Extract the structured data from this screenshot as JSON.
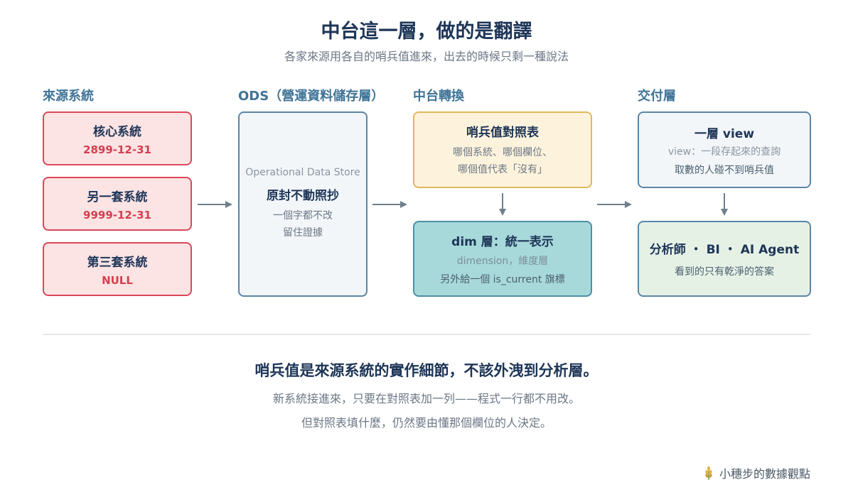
{
  "header": {
    "title": "中台這一層，做的是翻譯",
    "subtitle": "各家來源用各自的哨兵值進來，出去的時候只剩一種說法"
  },
  "columns": {
    "sources": "來源系統",
    "ods": "ODS（營運資料儲存層）",
    "middle": "中台轉換",
    "delivery": "交付層"
  },
  "sources": [
    {
      "name": "核心系統",
      "value": "2899-12-31"
    },
    {
      "name": "另一套系統",
      "value": "9999-12-31"
    },
    {
      "name": "第三套系統",
      "value": "NULL"
    }
  ],
  "ods": {
    "english": "Operational Data Store",
    "main": "原封不動照抄",
    "note1": "一個字都不改",
    "note2": "留住證據"
  },
  "mapping": {
    "main": "哨兵值對照表",
    "note1": "哪個系統、哪個欄位、",
    "note2": "哪個值代表「沒有」"
  },
  "dim": {
    "main": "dim 層：統一表示",
    "sub": "dimension，維度層",
    "note": "另外給一個 is_current 旗標"
  },
  "view": {
    "main": "一層 view",
    "sub": "view：一段存起來的查詢",
    "note": "取數的人碰不到哨兵值"
  },
  "consumers": {
    "main": "分析師 ・ BI ・ AI Agent",
    "note": "看到的只有乾淨的答案"
  },
  "footer": {
    "key": "哨兵值是來源系統的實作細節，不該外洩到分析層。",
    "line1": "新系統接進來，只要在對照表加一列——程式一行都不用改。",
    "line2": "但對照表填什麼，仍然要由懂那個欄位的人決定。",
    "brand": "小穗步的數據觀點"
  },
  "colors": {
    "arrow": "#6f7f8d",
    "source_border": "#d9485a",
    "accent": "#3f7396"
  }
}
